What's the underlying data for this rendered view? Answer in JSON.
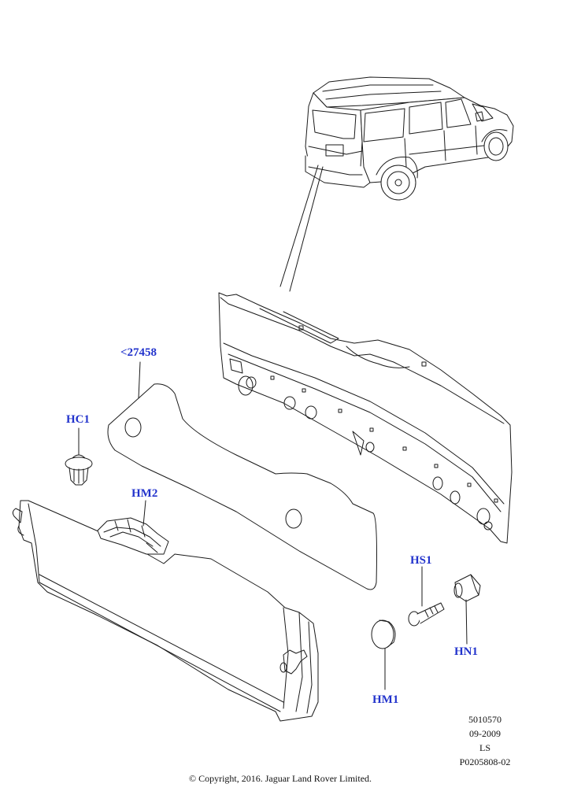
{
  "callouts": {
    "c27458": "<27458",
    "hc1": "HC1",
    "hm2": "HM2",
    "hs1": "HS1",
    "hn1": "HN1",
    "hm1": "HM1"
  },
  "meta": {
    "ref_number": "5010570",
    "date": "09-2009",
    "code": "LS",
    "part_ref": "P0205808-02"
  },
  "copyright": "© Copyright, 2016. Jaguar Land Rover Limited.",
  "colors": {
    "callout": "#2233cc",
    "line": "#111111"
  }
}
